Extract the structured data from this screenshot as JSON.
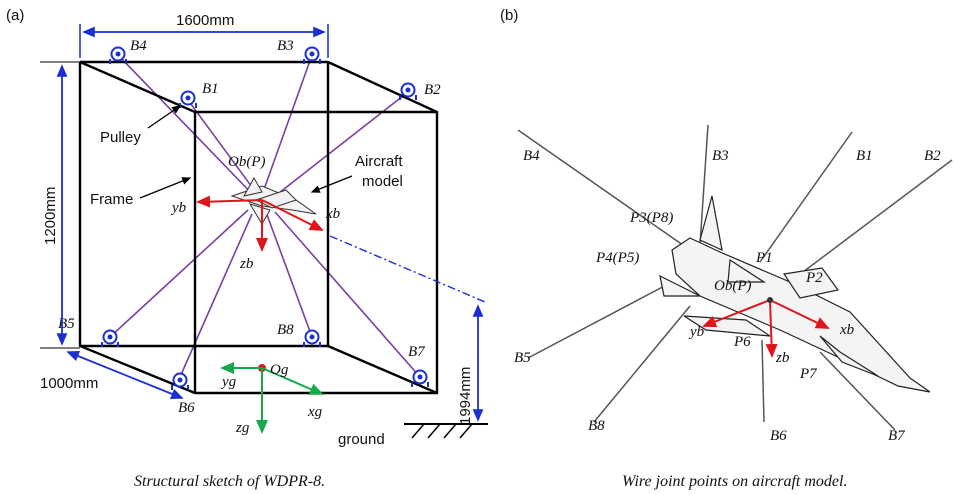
{
  "panel_a": {
    "tag": "(a)",
    "dim_width": "1600mm",
    "dim_height": "1200mm",
    "dim_depth": "1000mm",
    "dim_ground": "1994mm",
    "label_pulley": "Pulley",
    "label_frame": "Frame",
    "label_aircraft_line1": "Aircraft",
    "label_aircraft_line2": "model",
    "label_origin_body": "Ob(P)",
    "label_yb": "yb",
    "label_xb": "xb",
    "label_zb": "zb",
    "label_og": "Og",
    "label_yg": "yg",
    "label_xg": "xg",
    "label_zg": "zg",
    "label_ground": "ground",
    "pulleys": [
      "B1",
      "B2",
      "B3",
      "B4",
      "B5",
      "B6",
      "B7",
      "B8"
    ],
    "caption": "Structural sketch of WDPR-8."
  },
  "panel_b": {
    "tag": "(b)",
    "wire_labels": [
      "B1",
      "B2",
      "B3",
      "B4",
      "B5",
      "B6",
      "B7",
      "B8"
    ],
    "joint_labels": [
      "P1",
      "P2",
      "P3(P8)",
      "P4(P5)",
      "P6",
      "P7"
    ],
    "label_origin_body": "Ob(P)",
    "label_xb": "xb",
    "label_yb": "yb",
    "label_zb": "zb",
    "caption": "Wire joint points on aircraft model."
  },
  "colors": {
    "frame": "#000000",
    "wire": "#7b3fa3",
    "dimension": "#1a2fd0",
    "body_axis": "#e0141b",
    "ground_axis": "#17a84a",
    "wire_b": "#555555"
  }
}
